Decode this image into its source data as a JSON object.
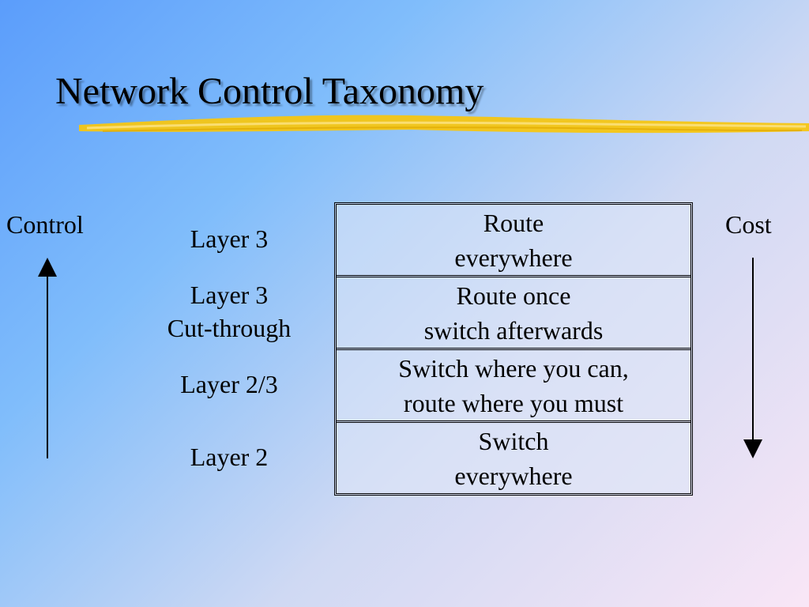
{
  "title": "Network Control Taxonomy",
  "left_axis": {
    "label": "Control",
    "direction": "up"
  },
  "right_axis": {
    "label": "Cost",
    "direction": "down"
  },
  "rows": [
    {
      "layer": [
        "Layer 3"
      ],
      "description": [
        "Route",
        "everywhere"
      ]
    },
    {
      "layer": [
        "Layer 3",
        "Cut-through"
      ],
      "description": [
        "Route once",
        "switch afterwards"
      ]
    },
    {
      "layer": [
        "Layer 2/3"
      ],
      "description": [
        "Switch where you can,",
        "route where you must"
      ]
    },
    {
      "layer": [
        "Layer 2"
      ],
      "description": [
        "Switch",
        "everywhere"
      ]
    }
  ],
  "colors": {
    "highlight": "#f6c613",
    "background_start": "#5b9dfb",
    "background_end": "#f9e6f6"
  }
}
